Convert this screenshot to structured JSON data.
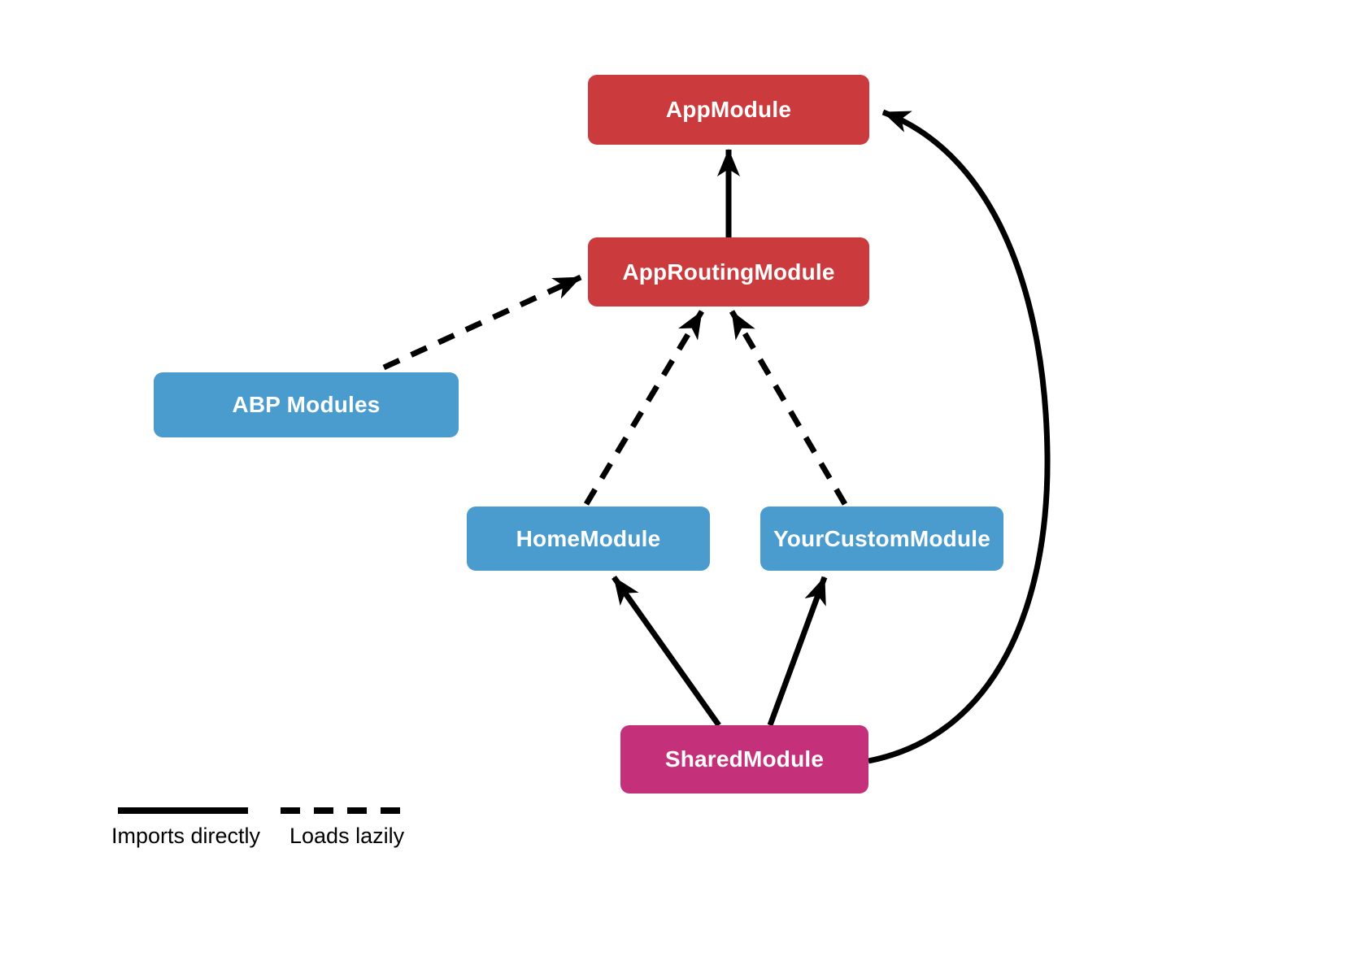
{
  "colors": {
    "red": "#CB3B3D",
    "blue": "#4A9BCE",
    "magenta": "#C5307A",
    "arrow": "#000000",
    "background": "#FFFFFF"
  },
  "nodes": {
    "app_module": {
      "label": "AppModule",
      "color": "red"
    },
    "app_routing_module": {
      "label": "AppRoutingModule",
      "color": "red"
    },
    "abp_modules": {
      "label": "ABP Modules",
      "color": "blue"
    },
    "home_module": {
      "label": "HomeModule",
      "color": "blue"
    },
    "your_custom_module": {
      "label": "YourCustomModule",
      "color": "blue"
    },
    "shared_module": {
      "label": "SharedModule",
      "color": "magenta"
    }
  },
  "edges": [
    {
      "from": "AppRoutingModule",
      "to": "AppModule",
      "style": "solid",
      "meaning": "Imports directly"
    },
    {
      "from": "ABP Modules",
      "to": "AppRoutingModule",
      "style": "dashed",
      "meaning": "Loads lazily"
    },
    {
      "from": "HomeModule",
      "to": "AppRoutingModule",
      "style": "dashed",
      "meaning": "Loads lazily"
    },
    {
      "from": "YourCustomModule",
      "to": "AppRoutingModule",
      "style": "dashed",
      "meaning": "Loads lazily"
    },
    {
      "from": "SharedModule",
      "to": "HomeModule",
      "style": "solid",
      "meaning": "Imports directly"
    },
    {
      "from": "SharedModule",
      "to": "YourCustomModule",
      "style": "solid",
      "meaning": "Imports directly"
    },
    {
      "from": "SharedModule",
      "to": "AppModule",
      "style": "solid",
      "meaning": "Imports directly"
    }
  ],
  "legend": {
    "imports_directly": "Imports directly",
    "loads_lazily": "Loads lazily"
  }
}
